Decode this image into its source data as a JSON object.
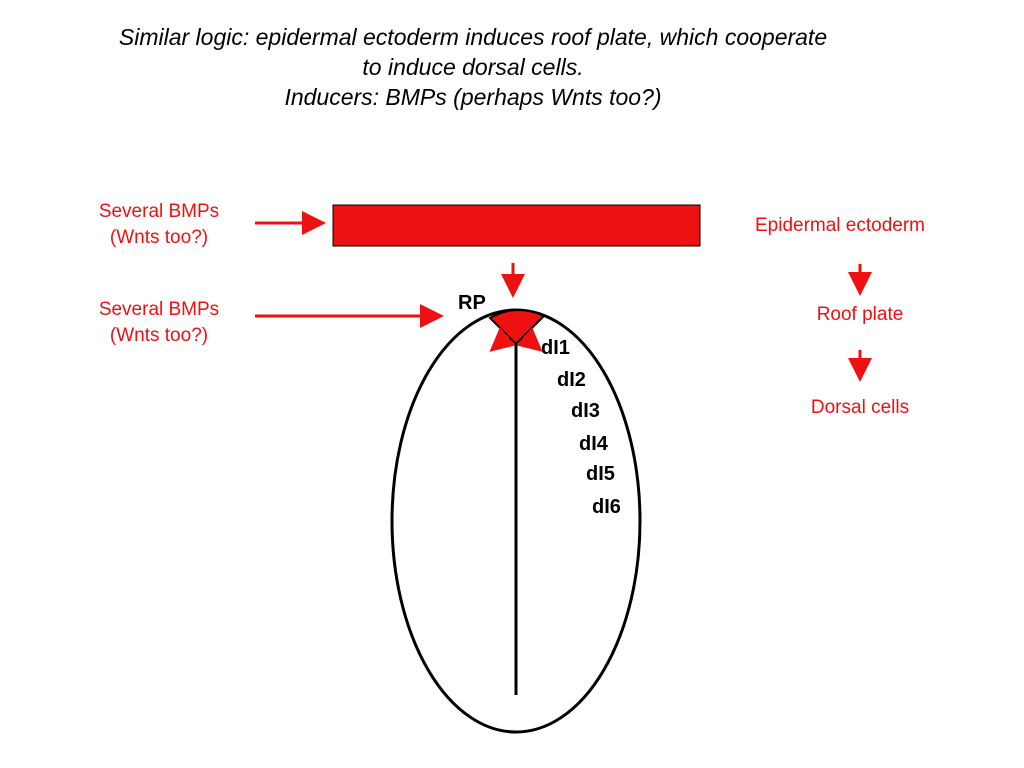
{
  "title": {
    "line1": "Similar logic: epidermal ectoderm induces roof plate, which cooperate",
    "line2": "to induce dorsal cells.",
    "line3": "Inducers:  BMPs (perhaps Wnts too?)"
  },
  "left_labels": {
    "upper": {
      "line1": "Several BMPs",
      "line2": "(Wnts too?)"
    },
    "lower": {
      "line1": "Several BMPs",
      "line2": "(Wnts too?)"
    }
  },
  "right_flow": {
    "step1": "Epidermal ectoderm",
    "step2": "Roof plate",
    "step3": "Dorsal cells"
  },
  "neural_tube": {
    "roof_plate_label": "RP",
    "domains": [
      "dI1",
      "dI2",
      "dI3",
      "dI4",
      "dI5",
      "dI6"
    ]
  },
  "colors": {
    "accent_red": "#ee1111",
    "outline": "#000000"
  }
}
